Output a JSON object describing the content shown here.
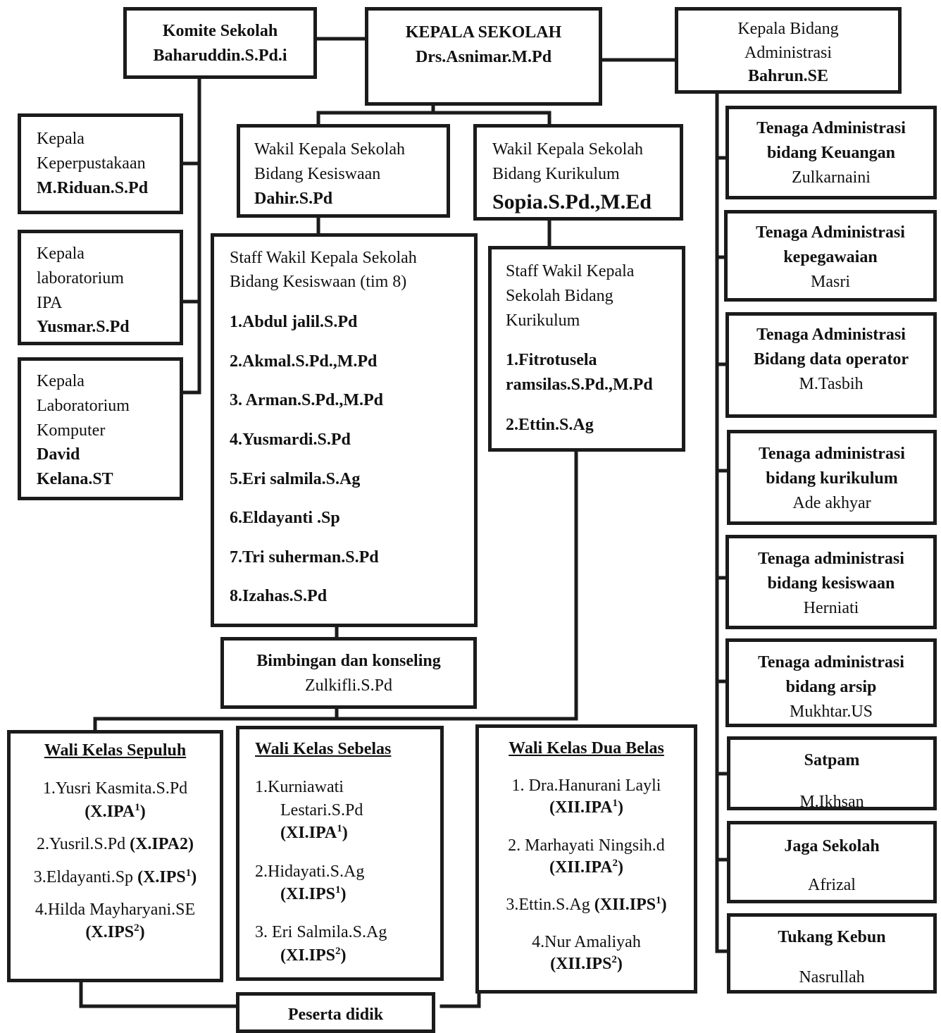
{
  "komite": {
    "title": "Komite  Sekolah",
    "name": "Baharuddin.S.Pd.i"
  },
  "kepala": {
    "title": "KEPALA SEKOLAH",
    "name": "Drs.Asnimar.M.Pd"
  },
  "kabid_admin": {
    "line1": "Kepala Bidang",
    "line2": "Administrasi",
    "name": "Bahrun.SE"
  },
  "perpustakaan": {
    "line1": "Kepala",
    "line2": "Keperpustakaan",
    "name": "M.Riduan.S.Pd"
  },
  "lab_ipa": {
    "line1": "Kepala",
    "line2": "laboratorium",
    "line3": "IPA",
    "name": "Yusmar.S.Pd"
  },
  "lab_komputer": {
    "line1": "Kepala",
    "line2": "Laboratorium",
    "line3": "Komputer",
    "name1": "David",
    "name2": "Kelana.ST"
  },
  "wakasek_kesiswaan": {
    "line1": "Wakil  Kepala Sekolah",
    "line2": "Bidang  Kesiswaan",
    "name": "Dahir.S.Pd"
  },
  "wakasek_kurikulum": {
    "line1": "Wakil Kepala Sekolah",
    "line2": "Bidang Kurikulum",
    "name": "Sopia.S.Pd.,M.Ed"
  },
  "staff_kesiswaan": {
    "line1": "Staff  Wakil  Kepala Sekolah",
    "line2": "Bidang Kesiswaan (tim 8)",
    "members": [
      "1.Abdul jalil.S.Pd",
      "2.Akmal.S.Pd.,M.Pd",
      "3. Arman.S.Pd.,M.Pd",
      "4.Yusmardi.S.Pd",
      "5.Eri salmila.S.Ag",
      "6.Eldayanti .Sp",
      "7.Tri suherman.S.Pd",
      "8.Izahas.S.Pd"
    ]
  },
  "staff_kurikulum": {
    "line1": "Staff  Wakil  Kepala",
    "line2": "Sekolah Bidang",
    "line3": "Kurikulum",
    "member1a": "1.Fitrotusela",
    "member1b": "ramsilas.S.Pd.,M.Pd",
    "member2": "2.Ettin.S.Ag"
  },
  "bk": {
    "title": "Bimbingan dan konseling",
    "name": "Zulkifli.S.Pd"
  },
  "wali_10": {
    "title": "Wali Kelas Sepuluh",
    "t1": "1.Yusri Kasmita.S.Pd",
    "c1": "X.IPA",
    "s1": "1",
    "t2": "2.Yusril.S.Pd",
    "c2": "X.IPA2",
    "t3": "3.Eldayanti.Sp",
    "c3": "X.IPS",
    "s3": "1",
    "t4": "4.Hilda Mayharyani.SE",
    "c4": "X.IPS",
    "s4": "2"
  },
  "wali_11": {
    "title": "Wali  Kelas  Sebelas",
    "t1a": "1.Kurniawati",
    "t1b": "Lestari.S.Pd",
    "c1": "XI.IPA",
    "s1": "1",
    "t2": "2.Hidayati.S.Ag",
    "c2": "XI.IPS",
    "s2": "1",
    "t3": "3. Eri Salmila.S.Ag",
    "c3": "XI.IPS",
    "s3": "2"
  },
  "wali_12": {
    "title": "Wali  Kelas Dua Belas",
    "t1": "1. Dra.Hanurani Layli",
    "c1": "XII.IPA",
    "s1": "1",
    "t2": "2. Marhayati Ningsih.d",
    "c2": "XII.IPA",
    "s2": "2",
    "t3": "3.Ettin.S.Ag",
    "c3": "XII.IPS",
    "s3": "1",
    "t4": "4.Nur Amaliyah",
    "c4": "XII.IPS",
    "s4": "2"
  },
  "peserta": {
    "title": "Peserta didik"
  },
  "admin_staff": [
    {
      "t1": "Tenaga Administrasi",
      "t2": "bidang  Keuangan",
      "name": "Zulkarnaini"
    },
    {
      "t1": "Tenaga Administrasi",
      "t2": "kepegawaian",
      "name": "Masri"
    },
    {
      "t1": "Tenaga Administrasi",
      "t2": "Bidang  data operator",
      "name": "M.Tasbih"
    },
    {
      "t1": "Tenaga administrasi",
      "t2": "bidang kurikulum",
      "name": "Ade akhyar"
    },
    {
      "t1": "Tenaga administrasi",
      "t2": "bidang kesiswaan",
      "name": "Herniati"
    },
    {
      "t1": "Tenaga administrasi",
      "t2": "bidang arsip",
      "name": "Mukhtar.US"
    },
    {
      "t1": "Satpam",
      "name": "M.Ikhsan"
    },
    {
      "t1": "Jaga Sekolah",
      "name": "Afrizal"
    },
    {
      "t1": "Tukang  Kebun",
      "name": "Nasrullah"
    }
  ],
  "colors": {
    "border": "#1b1b1b",
    "text": "#111111",
    "background": "#ffffff"
  }
}
